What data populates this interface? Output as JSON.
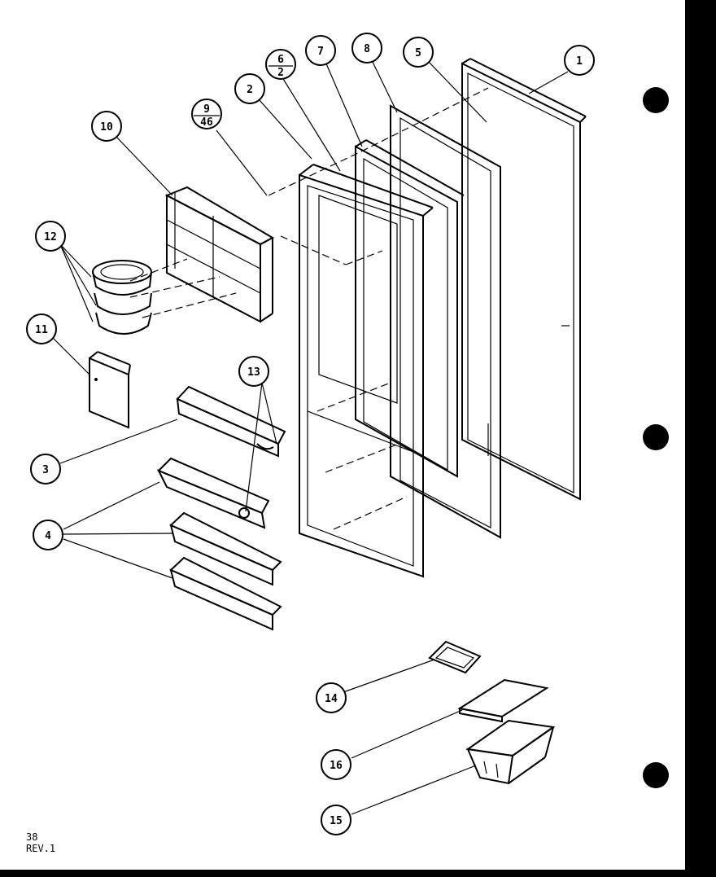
{
  "diagram": {
    "callouts": {
      "c1": "1",
      "c2": "2",
      "c3": "3",
      "c4": "4",
      "c5": "5",
      "c6_top": "6",
      "c6_bottom": "2",
      "c7": "7",
      "c8": "8",
      "c9_top": "9",
      "c9_bottom": "46",
      "c10": "10",
      "c11": "11",
      "c12": "12",
      "c13": "13",
      "c14": "14",
      "c15": "15",
      "c16": "16"
    },
    "footer": {
      "page": "38",
      "revision": "REV.1"
    }
  }
}
